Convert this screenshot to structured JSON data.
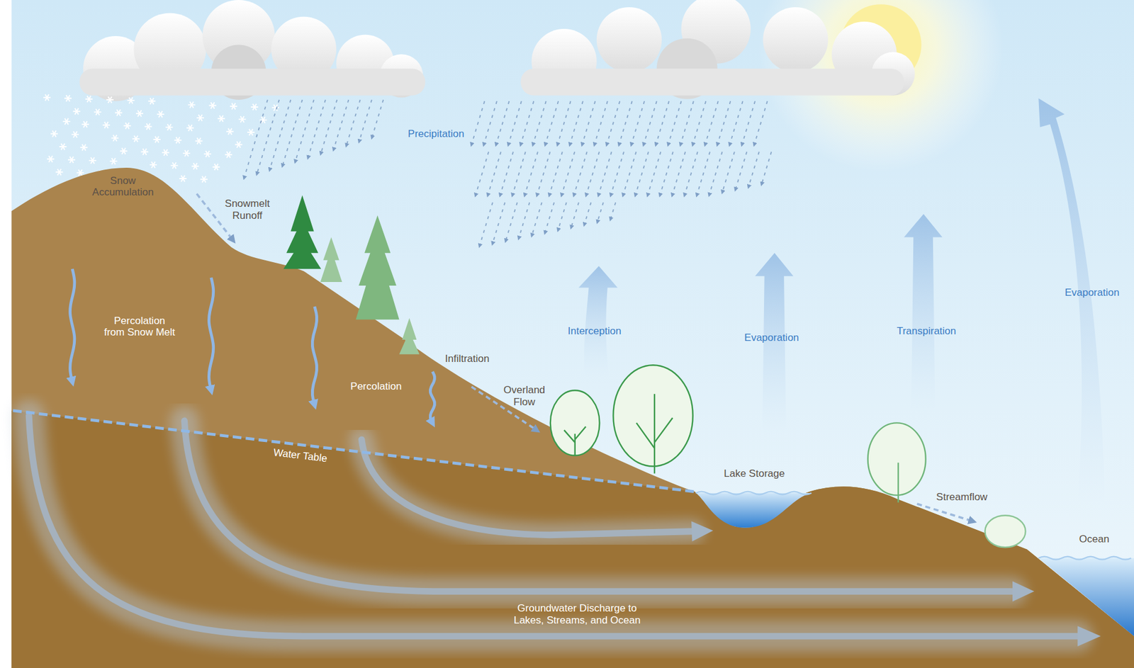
{
  "diagram": {
    "labels": [
      "Precipitation",
      "Snow Accumulation",
      "Snowmelt Runoff",
      "Percolation from Snow Melt",
      "Percolation",
      "Infiltration",
      "Overland Flow",
      "Interception",
      "Evaporation",
      "Transpiration",
      "Evaporation",
      "Water Table",
      "Lake Storage",
      "Streamflow",
      "Ocean",
      "Groundwater Discharge to Lakes, Streams, and Ocean"
    ]
  }
}
